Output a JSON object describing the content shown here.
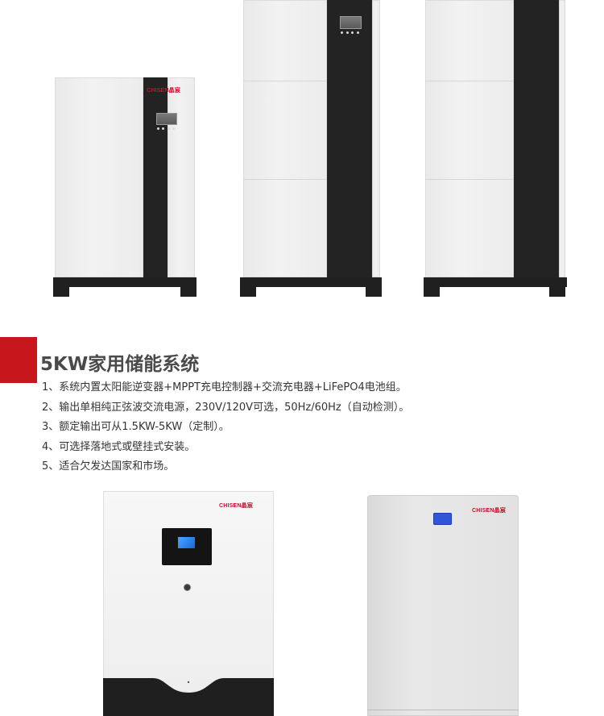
{
  "brand": {
    "logo_text": "CHISEN晶宸"
  },
  "heading": {
    "title": "5KW家用储能系统"
  },
  "features": [
    "1、系统内置太阳能逆变器+MPPT充电控制器+交流充电器+LiFePO4电池组。",
    "2、输出单相纯正弦波交流电源，230V/120V可选，50Hz/60Hz（自动检测）。",
    "3、额定输出可从1.5KW-5KW（定制）。",
    "4、可选择落地式或壁挂式安装。",
    "5、适合欠发达国家和市场。"
  ],
  "colors": {
    "accent_red": "#c8161d",
    "cabinet_dark": "#232323",
    "cabinet_light": "#ececec",
    "display_blue": "#2f56d6"
  }
}
